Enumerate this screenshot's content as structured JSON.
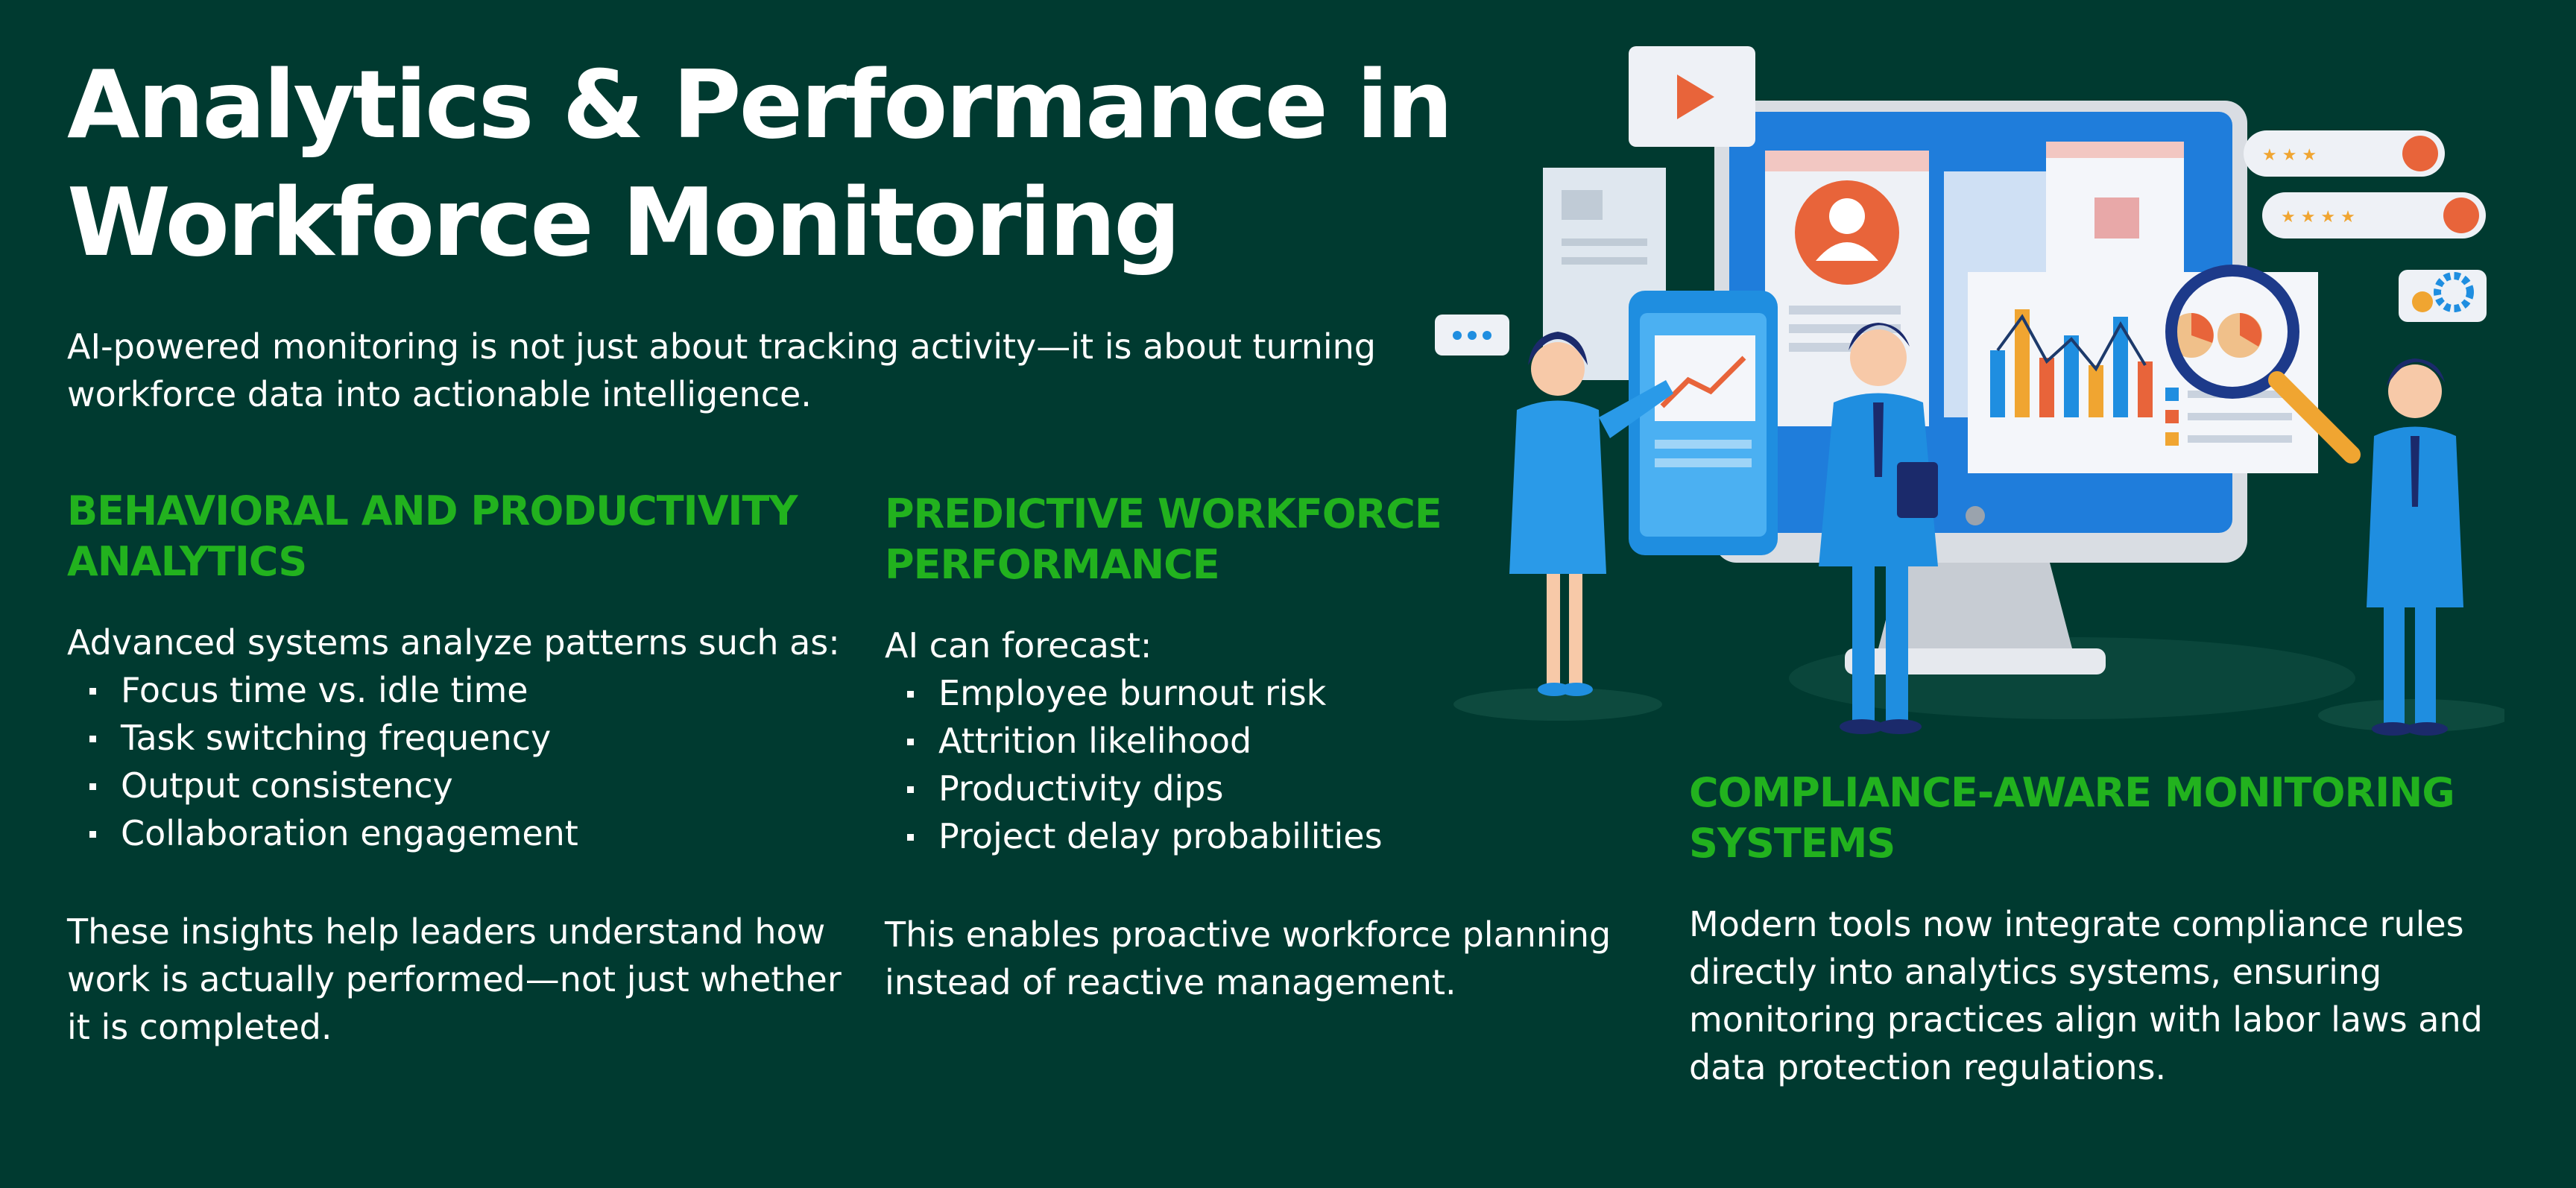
{
  "title": [
    "Analytics & Performance in",
    "Workforce Monitoring"
  ],
  "intro": [
    "AI-powered monitoring is not just about tracking activity—it is about turning",
    "workforce data into actionable intelligence."
  ],
  "sections": [
    {
      "heading": [
        "BEHAVIORAL AND PRODUCTIVITY",
        "ANALYTICS"
      ],
      "lead": "Advanced systems analyze patterns such as:",
      "bullets": [
        "Focus time vs. idle time",
        "Task switching frequency",
        "Output consistency",
        "Collaboration engagement"
      ],
      "body": [
        "These insights help leaders understand how",
        "work is actually performed—not just whether",
        "it is completed."
      ]
    },
    {
      "heading": [
        "PREDICTIVE WORKFORCE",
        "PERFORMANCE"
      ],
      "lead": "AI can forecast:",
      "bullets": [
        "Employee burnout risk",
        "Attrition likelihood",
        "Productivity dips",
        "Project delay probabilities"
      ],
      "body": [
        "This enables proactive workforce planning",
        "instead of reactive management."
      ]
    },
    {
      "heading": [
        "COMPLIANCE-AWARE MONITORING",
        "SYSTEMS"
      ],
      "body": [
        "Modern tools now integrate compliance rules",
        "directly into analytics systems, ensuring",
        "monitoring practices align with labor laws and",
        "data protection regulations."
      ]
    }
  ],
  "colors": {
    "background": "#003a30",
    "heading_green": "#22b21e",
    "text": "#ffffff",
    "illustration_blue": "#1d8fe0",
    "accent_orange": "#e8643a"
  },
  "illustration": {
    "icons": [
      "play-icon",
      "user-profile-icon",
      "star-rating-icon",
      "gear-icon",
      "chat-bubble-icon",
      "magnifier-icon",
      "bar-chart-icon",
      "trend-arrow-icon"
    ]
  }
}
